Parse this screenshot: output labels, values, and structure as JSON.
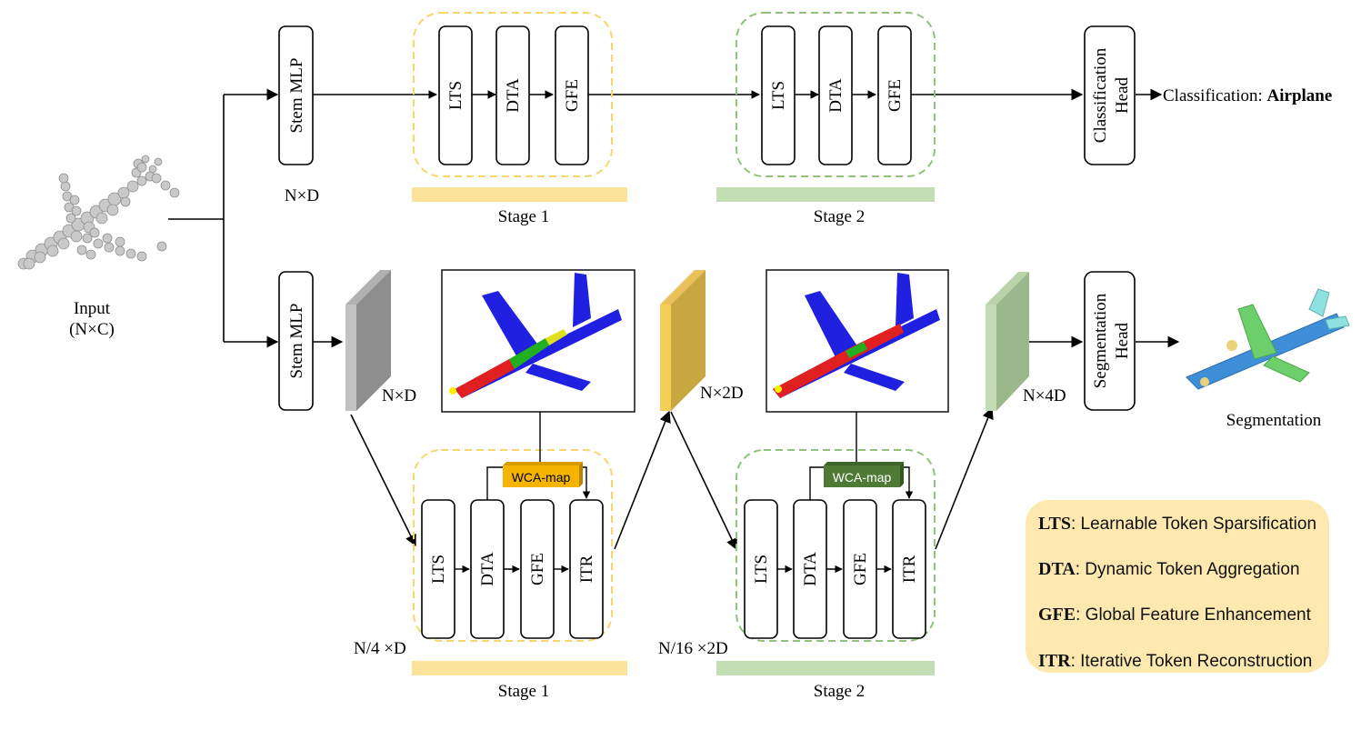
{
  "input": {
    "label": "Input",
    "shape": "(N×C)"
  },
  "stem_label": "Stem MLP",
  "module_labels": {
    "lts": "LTS",
    "dta": "DTA",
    "gfe": "GFE",
    "itr": "ITR"
  },
  "classification": {
    "dim": "N×D",
    "stage1_label": "Stage 1",
    "stage2_label": "Stage 2",
    "head_line1": "Classification",
    "head_line2": "Head",
    "output_prefix": "Classification: ",
    "output_class": "Airplane"
  },
  "segmentation": {
    "dim_stem": "N×D",
    "dim_stage1_out": "N×2D",
    "dim_stage2_out": "N×4D",
    "dim_stage1_tokens": "N/4 ×D",
    "dim_stage2_tokens": "N/16 ×2D",
    "wca_label": "WCA-map",
    "stage1_label": "Stage 1",
    "stage2_label": "Stage 2",
    "head_line1": "Segmentation",
    "head_line2": "Head",
    "output_label": "Segmentation"
  },
  "legend": [
    {
      "abbr": "LTS",
      "text": ": Learnable Token Sparsification"
    },
    {
      "abbr": "DTA",
      "text": ": Dynamic Token Aggregation"
    },
    {
      "abbr": "GFE",
      "text": ": Global Feature Enhancement"
    },
    {
      "abbr": "ITR",
      "text": ": Iterative Token Reconstruction"
    }
  ],
  "colors": {
    "stage1": "#f9d66b",
    "stage1_bar": "#fbe39a",
    "stage2": "#8fc27a",
    "stage2_bar": "#c4deb3",
    "wca1": "#f5b400",
    "wca2": "#4e7a35",
    "legend_bg": "#fde9b0",
    "feature_gray": "#9a9a9a",
    "feature_yellow": "#e7c25a",
    "feature_green": "#a9c69c"
  }
}
